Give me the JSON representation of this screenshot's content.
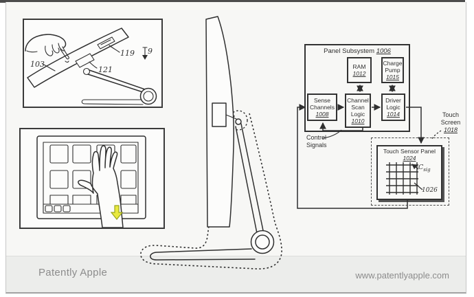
{
  "colors": {
    "line": "#2f2f2f",
    "highlight_arrow": "#e9e93f",
    "footer_text": "#8c8c8c"
  },
  "figures": {
    "tilt_view": {
      "ref_103": "103",
      "ref_119": "119",
      "ref_121": "121",
      "fig_number": "9"
    }
  },
  "block_diagram": {
    "panel_subsystem": {
      "label": "Panel Subsystem",
      "ref": "1006"
    },
    "ram": {
      "label": "RAM",
      "ref": "1012"
    },
    "charge_pump": {
      "label": "Charge Pump",
      "ref": "1015"
    },
    "sense_channels": {
      "label": "Sense Channels",
      "ref": "1008"
    },
    "channel_scan_logic": {
      "label": "Channel Scan Logic",
      "ref": "1010"
    },
    "driver_logic": {
      "label": "Driver Logic",
      "ref": "1014"
    },
    "control_signals": {
      "line1": "Control",
      "line2": "Signals"
    },
    "touch_screen": {
      "line1": "Touch",
      "line2": "Screen",
      "ref": "1018"
    },
    "touch_sensor_panel": {
      "label": "Touch Sensor Panel",
      "ref": "1024"
    },
    "csig": {
      "base": "C",
      "sub": "sig"
    },
    "ref_1026": "1026"
  },
  "footer": {
    "brand": "Patently Apple",
    "url": "www.patentlyapple.com"
  }
}
